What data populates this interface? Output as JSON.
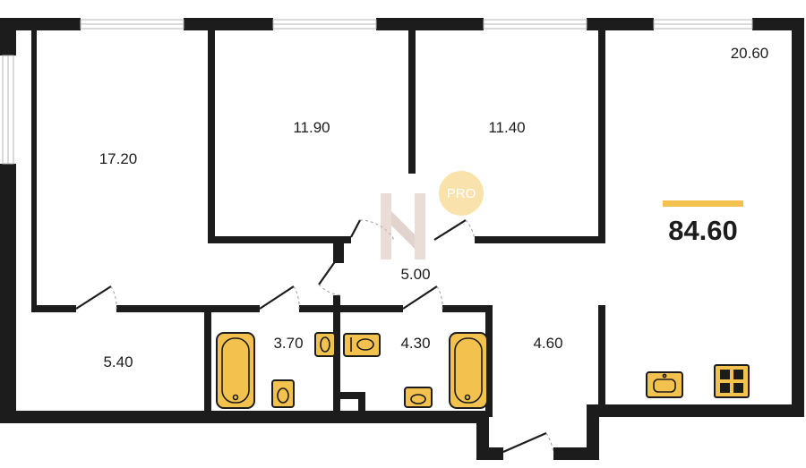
{
  "plan": {
    "total_area": "84.60",
    "accent_color": "#f2c14e",
    "wall_color": "#1c1c1c",
    "watermark": {
      "badge_text": "PRO"
    },
    "rooms": [
      {
        "id": "room-a",
        "area": "17.20"
      },
      {
        "id": "room-b",
        "area": "11.90"
      },
      {
        "id": "room-c",
        "area": "11.40"
      },
      {
        "id": "room-d",
        "area": "20.60"
      },
      {
        "id": "hall",
        "area": "5.00"
      },
      {
        "id": "storage",
        "area": "5.40"
      },
      {
        "id": "bath-1",
        "area": "3.70"
      },
      {
        "id": "bath-2",
        "area": "4.30"
      },
      {
        "id": "entry",
        "area": "4.60"
      }
    ]
  }
}
